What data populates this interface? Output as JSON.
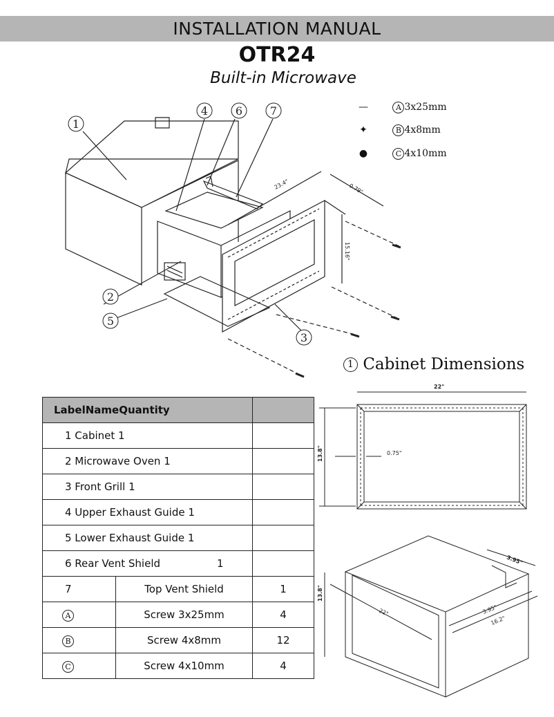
{
  "header": {
    "banner": "INSTALLATION MANUAL",
    "model": "OTR24",
    "subtitle": "Built-in Microwave"
  },
  "callouts": [
    "1",
    "2",
    "3",
    "4",
    "5",
    "6",
    "7"
  ],
  "screws": [
    {
      "label": "A",
      "size": "3x25mm",
      "icon": "screw-long-icon"
    },
    {
      "label": "B",
      "size": "4x8mm",
      "icon": "screw-short-icon"
    },
    {
      "label": "C",
      "size": "4x10mm",
      "icon": "screw-medium-icon"
    }
  ],
  "assembly_dims": {
    "width": "23.4\"",
    "depth": "0.79\"",
    "height": "15.16\""
  },
  "cabinet_section": {
    "number": "1",
    "title": "Cabinet Dimensions",
    "front": {
      "width": "22\"",
      "height": "13.8\"",
      "wall": "0.75\""
    },
    "iso": {
      "height": "13.8\"",
      "width": "22\"",
      "top_offset": "3.95\"",
      "side_offset": "3.95\"",
      "depth": "16.2\""
    }
  },
  "parts_table": {
    "header_text": "LabelNameQuantity",
    "rows": [
      {
        "text": "1 Cabinet 1",
        "label": "",
        "name": "",
        "qty": ""
      },
      {
        "text": "2 Microwave Oven 1",
        "label": "",
        "name": "",
        "qty": ""
      },
      {
        "text": "3 Front Grill 1",
        "label": "",
        "name": "",
        "qty": ""
      },
      {
        "text": "4 Upper Exhaust  Guide 1",
        "label": "",
        "name": "",
        "qty": ""
      },
      {
        "text": "5 Lower Exhaust Guide 1",
        "label": "",
        "name": "",
        "qty": ""
      },
      {
        "text": "6 Rear Vent Shield",
        "qty_inline": "1",
        "label": "",
        "name": "",
        "qty": ""
      },
      {
        "text": "",
        "label": "7",
        "name": "Top Vent Shield",
        "qty": "1"
      },
      {
        "text": "",
        "circle": "A",
        "name": "Screw 3x25mm",
        "qty": "4"
      },
      {
        "text": "",
        "circle": "B",
        "name": "Screw 4x8mm",
        "qty": "12"
      },
      {
        "text": "",
        "circle": "C",
        "name": "Screw 4x10mm",
        "qty": "4"
      }
    ]
  }
}
